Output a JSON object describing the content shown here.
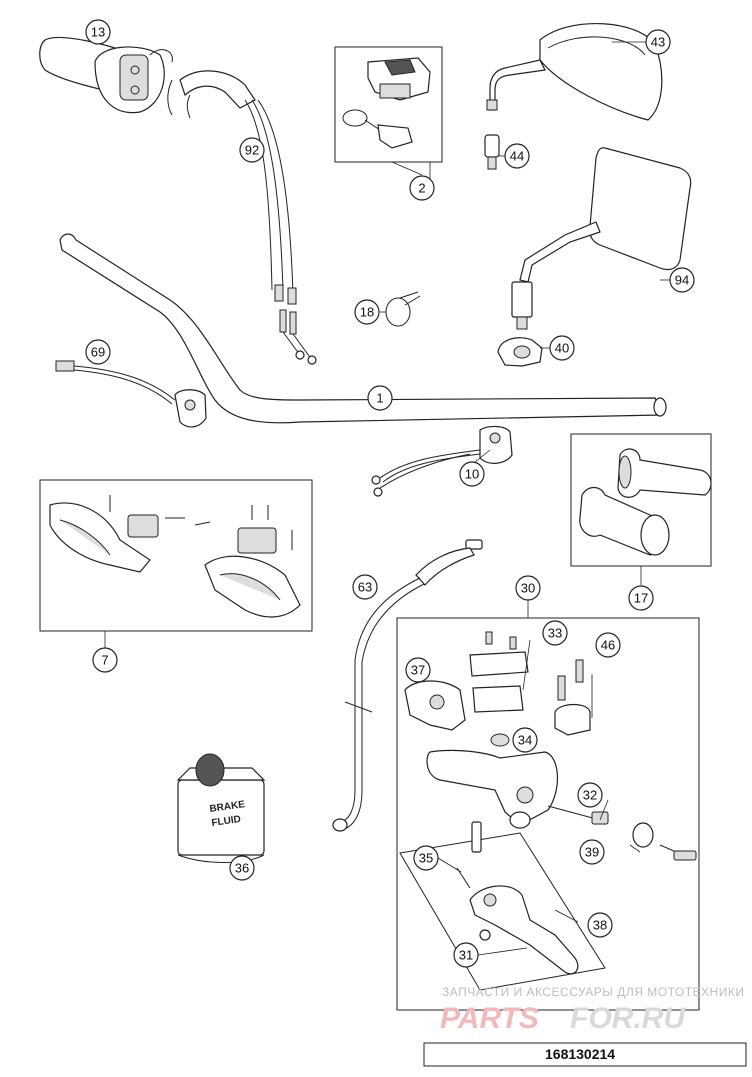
{
  "callouts": {
    "c13": "13",
    "c92": "92",
    "c2": "2",
    "c43": "43",
    "c44": "44",
    "c94": "94",
    "c18": "18",
    "c40": "40",
    "c69": "69",
    "c1": "1",
    "c10": "10",
    "c17": "17",
    "c7": "7",
    "c63": "63",
    "c30": "30",
    "c33": "33",
    "c46": "46",
    "c37": "37",
    "c34": "34",
    "c32": "32",
    "c39": "39",
    "c35": "35",
    "c38": "38",
    "c31": "31",
    "c36": "36"
  },
  "brake_fluid_label": [
    "BRAKE",
    "FLUID"
  ],
  "watermark": {
    "caption": "ЗАПЧАСТИ И АКСЕССУАРЫ ДЛЯ МОТОТЕХНИКИ",
    "brand_part1": "PARTS",
    "brand_part2": "FOR.RU"
  },
  "drawing_number": "168130214"
}
